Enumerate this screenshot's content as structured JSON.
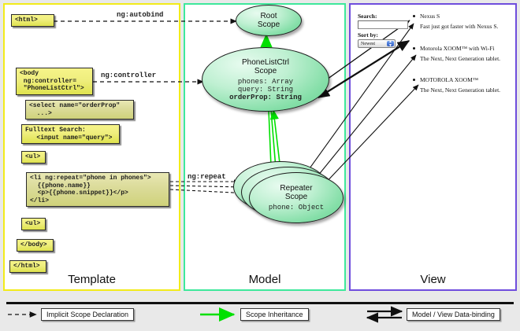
{
  "panels": {
    "template": {
      "title": "Template",
      "border_color": "#f2eb1a"
    },
    "model": {
      "title": "Model",
      "border_color": "#3ee89b"
    },
    "view": {
      "title": "View",
      "border_color": "#6f4ddd"
    }
  },
  "template_boxes": [
    {
      "id": "html-open",
      "text": "<html>"
    },
    {
      "id": "body-open",
      "text": "<body\n ng:controller=\n \"PhoneListCtrl\">"
    },
    {
      "id": "select",
      "text": "<select name=\"orderProp\"\n  ...>"
    },
    {
      "id": "fulltext",
      "text": "Fulltext Search:\n   <input name=\"query\">"
    },
    {
      "id": "ul-open",
      "text": "<ul>"
    },
    {
      "id": "li-repeat",
      "text": "<li ng:repeat=\"phone in phones\">\n  {{phone.name}}\n  <p>{{phone.snippet}}</p>\n</li>"
    },
    {
      "id": "ul-close",
      "text": "<ul>"
    },
    {
      "id": "body-close",
      "text": "</body>"
    },
    {
      "id": "html-close",
      "text": "</html>"
    }
  ],
  "edge_labels": {
    "autobind": "ng:autobind",
    "controller": "ng:controller",
    "repeat": "ng:repeat"
  },
  "scopes": [
    {
      "id": "root-scope",
      "line1": "Root",
      "line2": "Scope",
      "props": []
    },
    {
      "id": "phonelistctrl-scope",
      "line1": "PhoneListCtrl",
      "line2": "Scope",
      "props": [
        {
          "text": "phones: Array",
          "bold": false
        },
        {
          "text": "query: String",
          "bold": false
        },
        {
          "text": "orderProp: String",
          "bold": true
        }
      ]
    },
    {
      "id": "repeater-scope",
      "line1": "Repeater",
      "line2": "Scope",
      "props": [
        {
          "text": "phone: Object",
          "bold": false
        }
      ]
    }
  ],
  "view": {
    "search_label": "Search:",
    "search_value": "",
    "sort_label": "Sort by:",
    "sort_selected": "Newest",
    "phones": [
      {
        "name": "Nexus S",
        "snippet": "Fast just got faster with Nexus S."
      },
      {
        "name": "Motorola XOOM™  with Wi-Fi",
        "snippet": "The Next, Next Generation tablet."
      },
      {
        "name": "MOTOROLA XOOM™",
        "snippet": "The Next, Next Generation tablet."
      }
    ]
  },
  "legend": [
    {
      "id": "implicit-scope-declaration",
      "label": "Implicit Scope Declaration",
      "style": "dashed-black"
    },
    {
      "id": "scope-inheritance",
      "label": "Scope Inheritance",
      "style": "solid-green"
    },
    {
      "id": "model-view-data-binding",
      "label": "Model / View Data-binding",
      "style": "double-black"
    }
  ],
  "colors": {
    "inheritance_green": "#00e000",
    "box_yellow": "#efee7e",
    "ellipse_green": "#86dfa9"
  }
}
